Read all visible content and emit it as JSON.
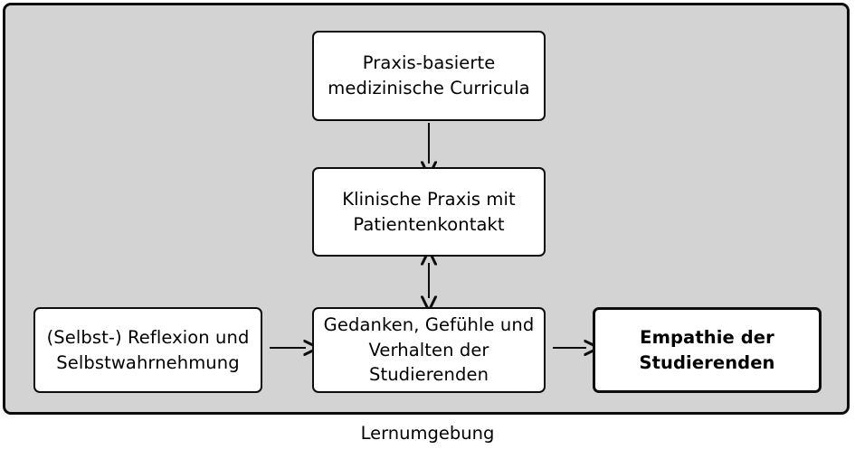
{
  "diagram": {
    "title": "Lernumgebung",
    "container": {
      "name": "Lernumgebung",
      "fill_color": "#d3d3d3",
      "border_color": "#0d0d0d"
    },
    "caption": "Lernumgebung",
    "nodes": [
      {
        "id": "curricula",
        "text": "Praxis-basierte\nmedizinische Curricula",
        "emphasis": false,
        "fill_color": "#ffffff",
        "border_color": "#0d0d0d"
      },
      {
        "id": "clinical",
        "text": "Klinische Praxis mit\nPatientenkontakt",
        "emphasis": false,
        "fill_color": "#ffffff",
        "border_color": "#0d0d0d"
      },
      {
        "id": "reflection",
        "text": "(Selbst-) Reflexion und\nSelbstwahrnehmung",
        "emphasis": false,
        "fill_color": "#ffffff",
        "border_color": "#0d0d0d"
      },
      {
        "id": "thoughts",
        "text": "Gedanken, Gefühle und\nVerhalten der\nStudierenden",
        "emphasis": false,
        "fill_color": "#ffffff",
        "border_color": "#0d0d0d"
      },
      {
        "id": "empathy",
        "text": "Empathie der\nStudierenden",
        "emphasis": true,
        "fill_color": "#ffffff",
        "border_color": "#0d0d0d"
      }
    ],
    "edges": [
      {
        "id": "curricula-to-clinical",
        "from": "curricula",
        "to": "clinical",
        "direction": "down",
        "heads": 1,
        "label": ""
      },
      {
        "id": "clinical-to-thoughts",
        "from": "clinical",
        "to": "thoughts",
        "direction": "vertical",
        "heads": 2,
        "label": ""
      },
      {
        "id": "reflection-to-thoughts",
        "from": "reflection",
        "to": "thoughts",
        "direction": "right",
        "heads": 1,
        "label": ""
      },
      {
        "id": "thoughts-to-empathy",
        "from": "thoughts",
        "to": "empathy",
        "direction": "right",
        "heads": 1,
        "label": ""
      }
    ]
  }
}
